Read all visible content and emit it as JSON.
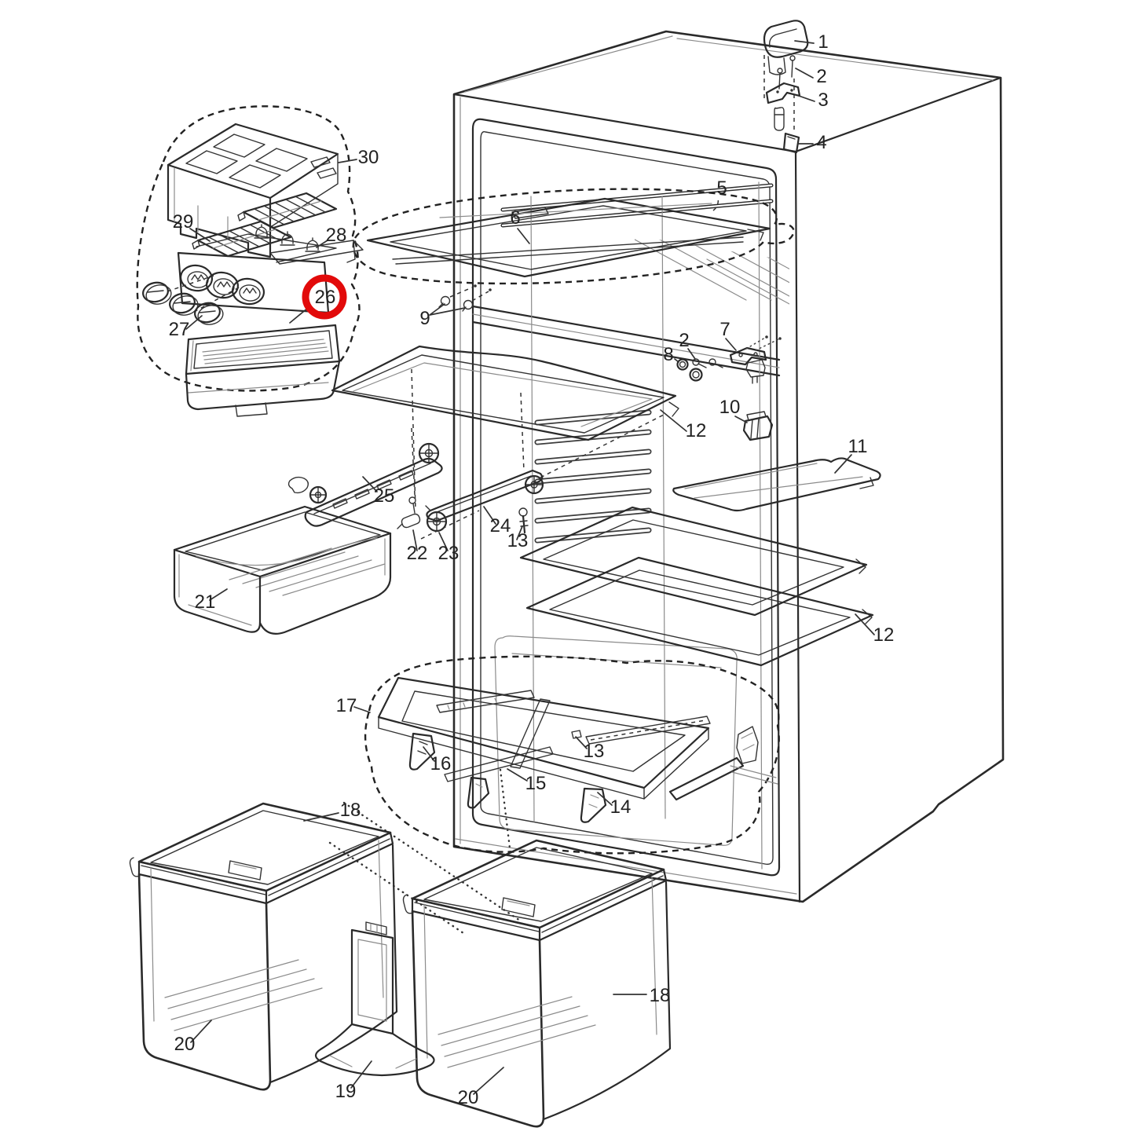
{
  "labels": [
    {
      "text": "1"
    },
    {
      "text": "2"
    },
    {
      "text": "3"
    },
    {
      "text": "4"
    },
    {
      "text": "5"
    },
    {
      "text": "6"
    },
    {
      "text": "9"
    },
    {
      "text": "7"
    },
    {
      "text": "2"
    },
    {
      "text": "8"
    },
    {
      "text": "10"
    },
    {
      "text": "12"
    },
    {
      "text": "11"
    },
    {
      "text": "30"
    },
    {
      "text": "29"
    },
    {
      "text": "28"
    },
    {
      "text": "26"
    },
    {
      "text": "27"
    },
    {
      "text": "25"
    },
    {
      "text": "24"
    },
    {
      "text": "13"
    },
    {
      "text": "22"
    },
    {
      "text": "23"
    },
    {
      "text": "21"
    },
    {
      "text": "12"
    },
    {
      "text": "17"
    },
    {
      "text": "16"
    },
    {
      "text": "13"
    },
    {
      "text": "15"
    },
    {
      "text": "14"
    },
    {
      "text": "18"
    },
    {
      "text": "18"
    },
    {
      "text": "20"
    },
    {
      "text": "19"
    },
    {
      "text": "20"
    }
  ],
  "highlight": {
    "label": "26",
    "color": "#e20a0a"
  }
}
